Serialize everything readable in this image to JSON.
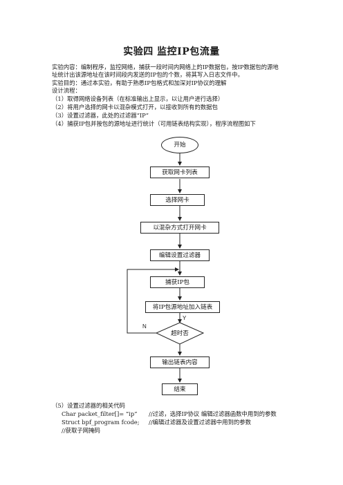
{
  "document": {
    "title": "实验四  监控IP包流量",
    "content_line1": "实验内容：编制程序，监控网络，捕获一段时间内网络上的IP数据包，按IP数据包的源地",
    "content_line2": "址统计出该源地址在该时间段内发送的IP包的个数，将其写入日志文件中。",
    "purpose": "实验目的：通过本实验，有助于熟悉IP包格式和加深对IP协议的理解",
    "design_heading": "设计流程：",
    "steps": [
      "（1）取得网络设备列表（在标准输出上显示，以让用户进行选择）",
      "（2）将用户选择的网卡以混杂模式打开，以接收到所有的数据包",
      "（3）设置过滤器，此处的过滤器“IP”",
      "（4）捕获IP包并按包的源地址进行统计（可用链表结构实现），程序流程图如下"
    ],
    "step5": "（5）设置过滤器的相关代码",
    "code": [
      {
        "code": "Char packet_filter[]= “ip”",
        "comment": "//过滤，选择IP协议  编辑过滤器函数中用到的参数"
      },
      {
        "code": "Struct bpf_program fcode;",
        "comment": "//编辑过滤器及设置过滤器中用到的参数"
      },
      {
        "code": "//获取子网掩码",
        "comment": ""
      }
    ]
  },
  "flowchart": {
    "start": "开始",
    "get_list": "获取网卡列表",
    "select": "选择网卡",
    "open": "以混杂方式打开网卡",
    "filter": "编辑设置过滤器",
    "capture": "捕获IP包",
    "add": "将IP包源地址加入链表",
    "timeout": "超时否",
    "yes": "Y",
    "no": "N",
    "output": "输出链表内容",
    "end": "结束"
  }
}
